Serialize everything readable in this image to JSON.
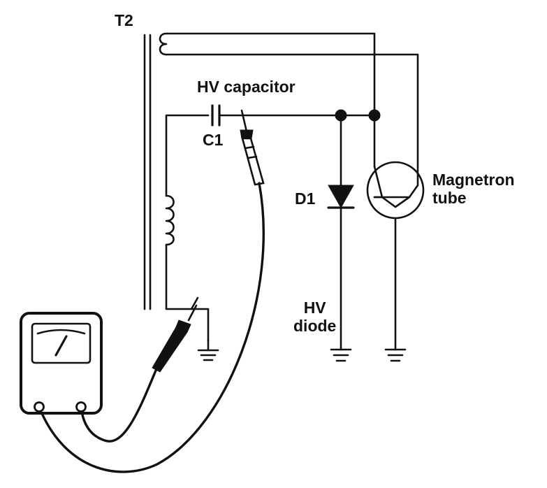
{
  "labels": {
    "transformer": "T2",
    "hv_capacitor": "HV capacitor",
    "capacitor_ref": "C1",
    "diode_ref": "D1",
    "magnetron_line1": "Magnetron",
    "magnetron_line2": "tube",
    "hv_diode_line1": "HV",
    "hv_diode_line2": "diode"
  },
  "colors": {
    "ink": "#111111",
    "background": "#ffffff"
  }
}
